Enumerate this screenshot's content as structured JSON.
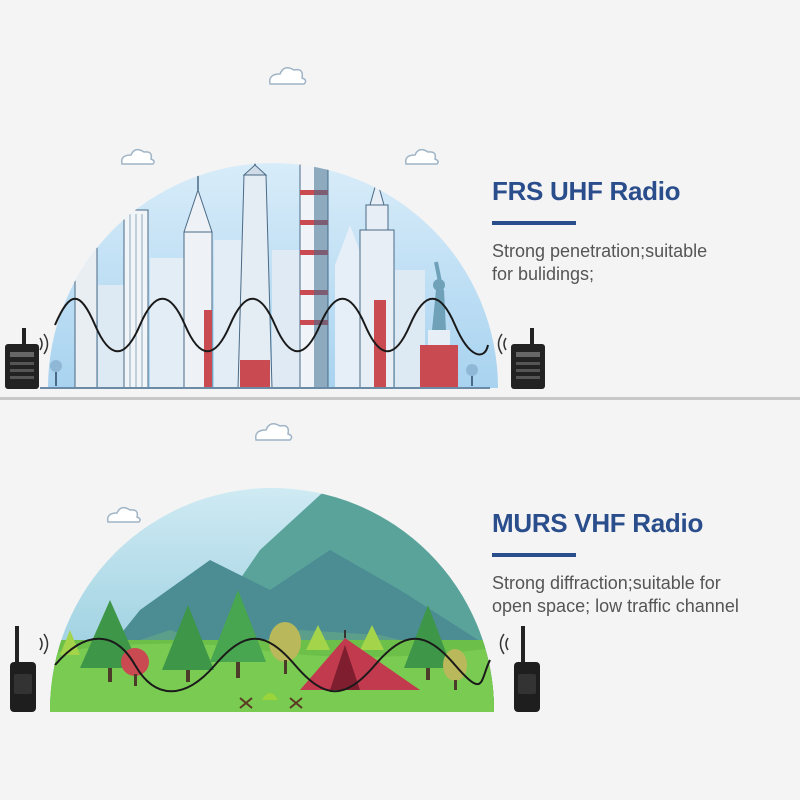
{
  "frs": {
    "title": "FRS UHF Radio",
    "description_lines": [
      "Strong penetration;suitable",
      "for bulidings;"
    ],
    "accent_color": "#2a4d8c"
  },
  "murs": {
    "title": "MURS VHF Radio",
    "description_lines": [
      "Strong diffraction;suitable for",
      "open space; low traffic channel"
    ],
    "accent_color": "#2a4d8c"
  },
  "colors": {
    "sky_city": "#bfe0f5",
    "sky_nature": "#a9d8e8",
    "grass": "#6cc04a",
    "tent": "#c23a4e",
    "building_red": "#c94a50",
    "radio": "#222222"
  },
  "icons": [
    "cloud-icon",
    "walkie-talkie-icon",
    "signal-wave-icon",
    "tree-icon",
    "tent-icon",
    "statue-of-liberty-icon"
  ]
}
